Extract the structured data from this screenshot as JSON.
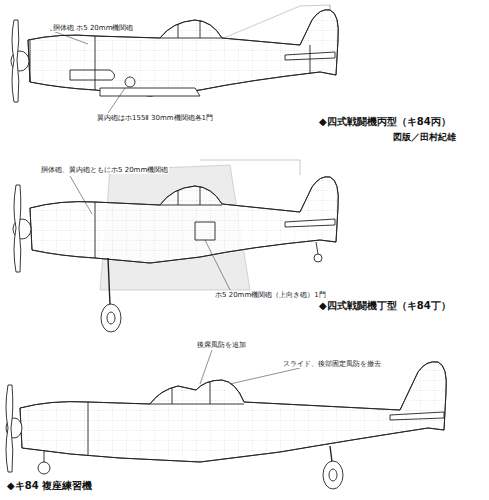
{
  "diagram": {
    "labels": [
      "胴体砲 ホ5 20mm機関砲",
      "翼内砲はホ155Ⅱ 30mm機関砲各1門",
      "◆四式戦闘機丙型（キ84丙）",
      "図版／田村紀雄",
      "胴体砲、翼内砲ともにホ5 20mm機関砲",
      "ホ5 20mm機関砲（上向き砲）1門",
      "◆四式戦闘機丁型（キ84丁）",
      "後席風防を追加",
      "スライド、後部固定風防を撤去",
      "◆キ84 複座練習機"
    ]
  }
}
